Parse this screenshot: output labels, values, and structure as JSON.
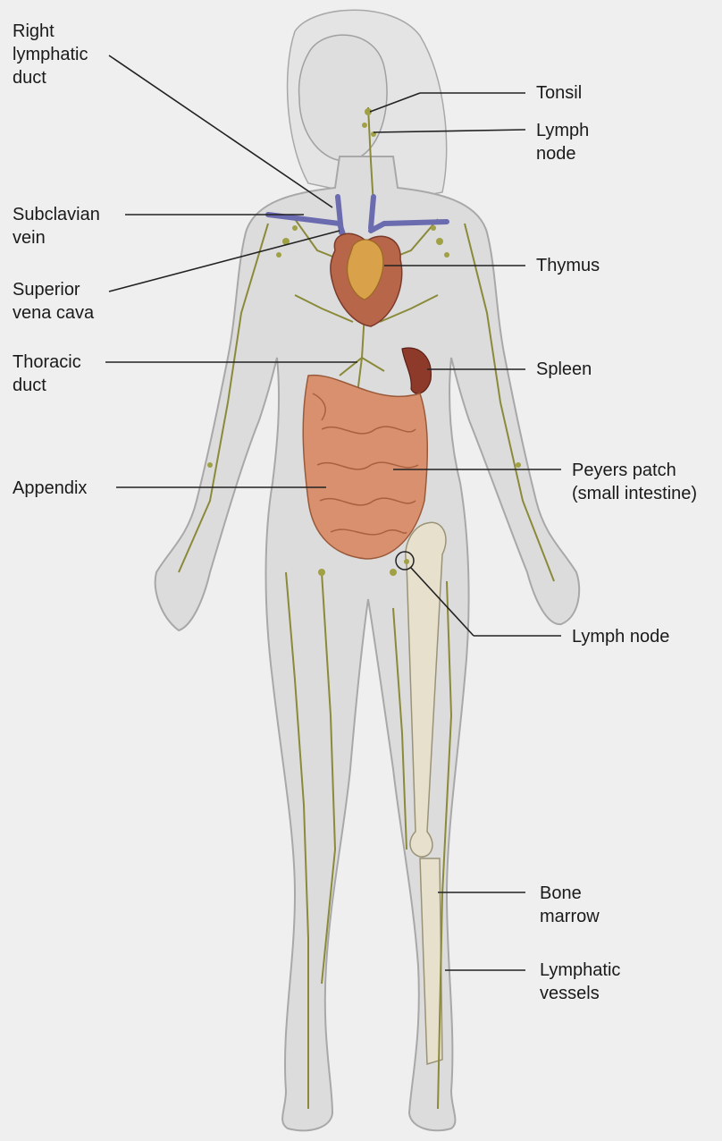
{
  "labels": {
    "right_lymphatic_duct": [
      "Right",
      "lymphatic",
      "duct"
    ],
    "tonsil": [
      "Tonsil"
    ],
    "lymph_node_neck": [
      "Lymph",
      "node"
    ],
    "subclavian_vein": [
      "Subclavian",
      "vein"
    ],
    "thymus": [
      "Thymus"
    ],
    "superior_vena_cava": [
      "Superior",
      "vena cava"
    ],
    "thoracic_duct": [
      "Thoracic",
      "duct"
    ],
    "spleen": [
      "Spleen"
    ],
    "peyers_patch": [
      "Peyers patch",
      "(small intestine)"
    ],
    "appendix": [
      "Appendix"
    ],
    "lymph_node_groin": [
      "Lymph node"
    ],
    "bone_marrow": [
      "Bone",
      "marrow"
    ],
    "lymphatic_vessels": [
      "Lymphatic",
      "vessels"
    ]
  },
  "colors": {
    "background": "#efefef",
    "body": "#dcdcdc",
    "body_outline": "#a8a8a8",
    "lymph_vessel": "#8a8a3a",
    "intestine": "#d9906e",
    "heart": "#b8664a",
    "thymus": "#d9a24a",
    "spleen": "#8e3a2a",
    "vein": "#6b6bb0",
    "bone": "#e6e0cc",
    "leader_line": "#222222"
  }
}
